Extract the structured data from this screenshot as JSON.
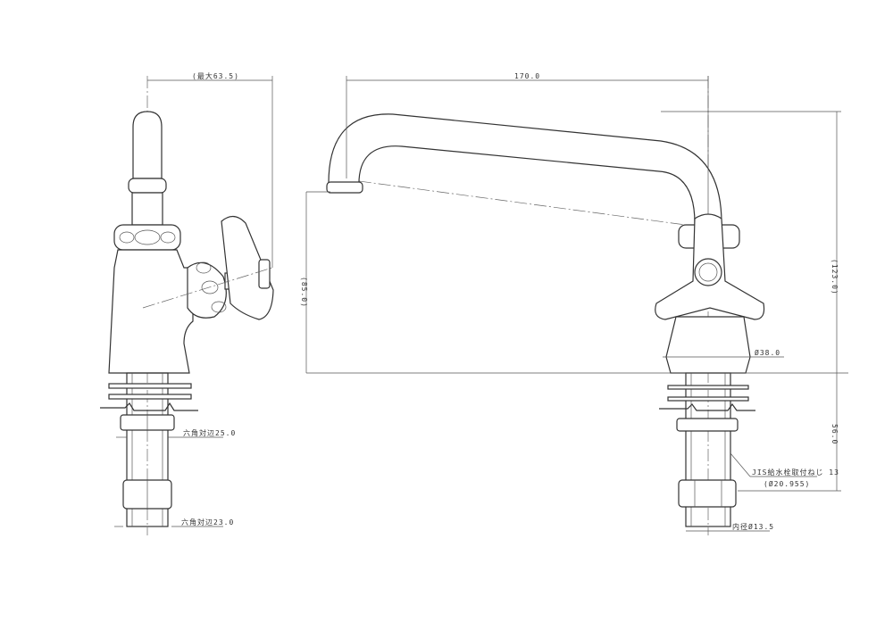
{
  "dimensions": {
    "max_width": "(最大63.5)",
    "spout_length": "170.0",
    "total_height": "(123.0)",
    "spout_height": "(85.0)",
    "base_diameter": "Ø38.0",
    "shank_length": "56.0",
    "hex_25": "六角対辺25.0",
    "hex_23": "六角対辺23.0",
    "thread_spec": "JIS給水栓取付ねじ 13",
    "thread_diameter": "(Ø20.955)",
    "inner_diameter": "内径Ø13.5"
  }
}
